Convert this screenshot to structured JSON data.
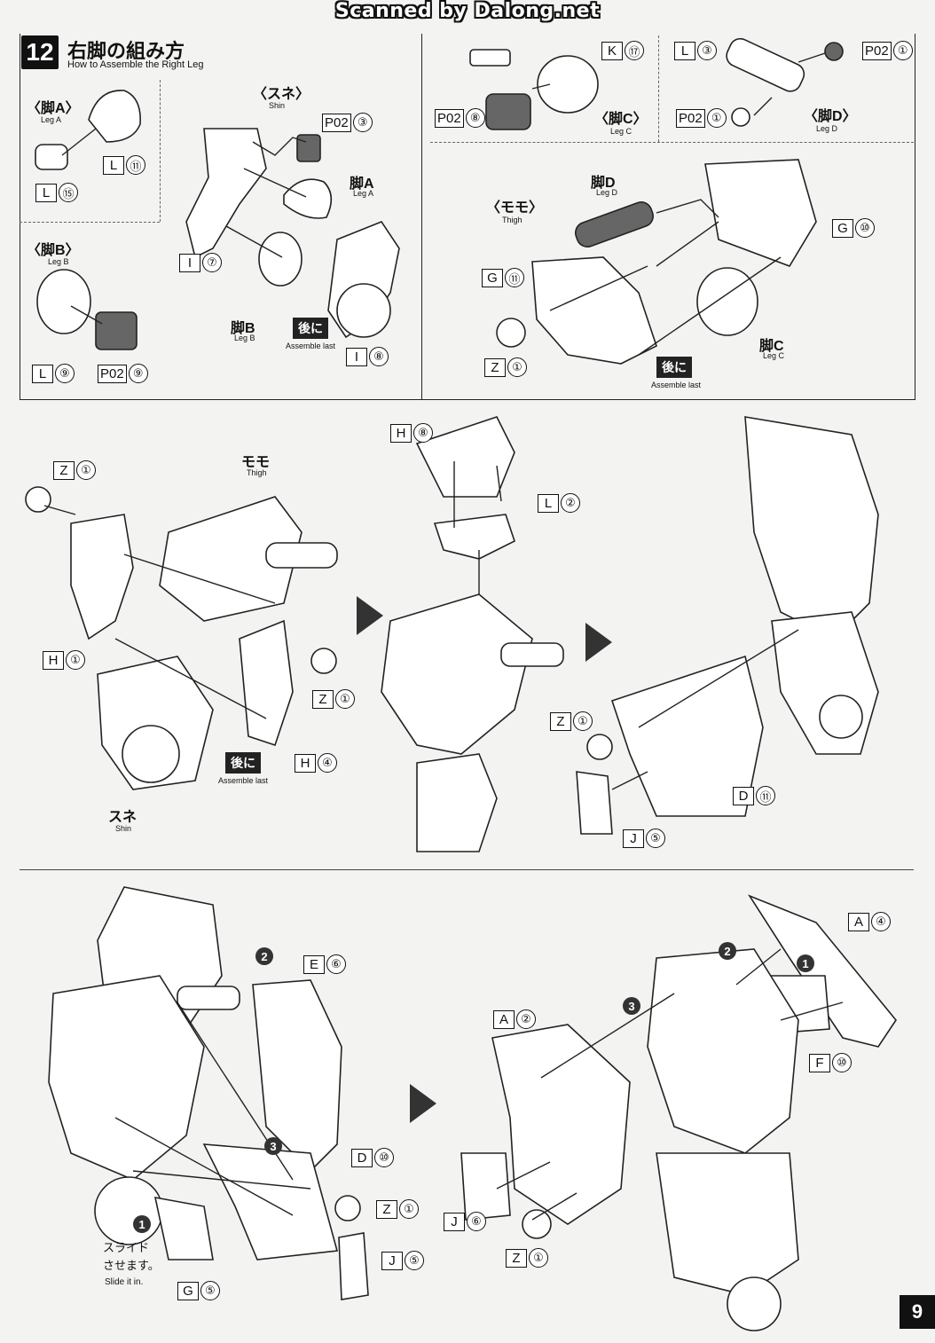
{
  "watermark": "Scanned by Dalong.net",
  "step": {
    "number": "12",
    "title": "右脚の組み方",
    "subtitle": "How to Assemble the Right Leg"
  },
  "labels": {
    "legA": {
      "jp": "〈脚A〉",
      "en": "Leg A"
    },
    "legB": {
      "jp": "〈脚B〉",
      "en": "Leg B"
    },
    "shin": {
      "jp": "〈スネ〉",
      "en": "Shin"
    },
    "legA2": {
      "jp": "脚A",
      "en": "Leg A"
    },
    "legB2": {
      "jp": "脚B",
      "en": "Leg B"
    },
    "legC": {
      "jp": "〈脚C〉",
      "en": "Leg C"
    },
    "legD": {
      "jp": "〈脚D〉",
      "en": "Leg D"
    },
    "thigh": {
      "jp": "〈モモ〉",
      "en": "Thigh"
    },
    "legD2": {
      "jp": "脚D",
      "en": "Leg D"
    },
    "legC2": {
      "jp": "脚C",
      "en": "Leg C"
    },
    "momo": {
      "jp": "モモ",
      "en": "Thigh"
    },
    "sune": {
      "jp": "スネ",
      "en": "Shin"
    },
    "slide": {
      "jp1": "スライド",
      "jp2": "させます。",
      "en": "Slide it in."
    }
  },
  "assemble_last": {
    "jp": "後に",
    "en": "Assemble last"
  },
  "parts": {
    "legA_L11": {
      "frame": "L",
      "num": "⑪"
    },
    "legA_L15": {
      "frame": "L",
      "num": "⑮"
    },
    "legB_L9": {
      "frame": "L",
      "num": "⑨"
    },
    "legB_P029": {
      "frame": "P02",
      "num": "⑨"
    },
    "shin_P023": {
      "frame": "P02",
      "num": "③"
    },
    "shin_I7": {
      "frame": "I",
      "num": "⑦"
    },
    "shin_I8": {
      "frame": "I",
      "num": "⑧"
    },
    "legC_K17": {
      "frame": "K",
      "num": "⑰"
    },
    "legC_P028": {
      "frame": "P02",
      "num": "⑧"
    },
    "legD_L3": {
      "frame": "L",
      "num": "③"
    },
    "legD_P021a": {
      "frame": "P02",
      "num": "①"
    },
    "legD_P021b": {
      "frame": "P02",
      "num": "①"
    },
    "thigh_G10": {
      "frame": "G",
      "num": "⑩"
    },
    "thigh_G11": {
      "frame": "G",
      "num": "⑪"
    },
    "thigh_Z1": {
      "frame": "Z",
      "num": "①"
    },
    "m1_Z1a": {
      "frame": "Z",
      "num": "①"
    },
    "m1_H1": {
      "frame": "H",
      "num": "①"
    },
    "m1_Z1b": {
      "frame": "Z",
      "num": "①"
    },
    "m1_H4": {
      "frame": "H",
      "num": "④"
    },
    "m2_H8": {
      "frame": "H",
      "num": "⑧"
    },
    "m2_L2": {
      "frame": "L",
      "num": "②"
    },
    "m3_Z1": {
      "frame": "Z",
      "num": "①"
    },
    "m3_D11": {
      "frame": "D",
      "num": "⑪"
    },
    "m3_J5": {
      "frame": "J",
      "num": "⑤"
    },
    "b1_E6": {
      "frame": "E",
      "num": "⑥"
    },
    "b1_D10": {
      "frame": "D",
      "num": "⑩"
    },
    "b1_Z1": {
      "frame": "Z",
      "num": "①"
    },
    "b1_J5": {
      "frame": "J",
      "num": "⑤"
    },
    "b1_G5": {
      "frame": "G",
      "num": "⑤"
    },
    "b2_A4": {
      "frame": "A",
      "num": "④"
    },
    "b2_A2": {
      "frame": "A",
      "num": "②"
    },
    "b2_F10": {
      "frame": "F",
      "num": "⑩"
    },
    "b2_J6": {
      "frame": "J",
      "num": "⑥"
    },
    "b2_Z1": {
      "frame": "Z",
      "num": "①"
    }
  },
  "sequence": {
    "one": "1",
    "two": "2",
    "three": "3"
  },
  "page_number": "9"
}
